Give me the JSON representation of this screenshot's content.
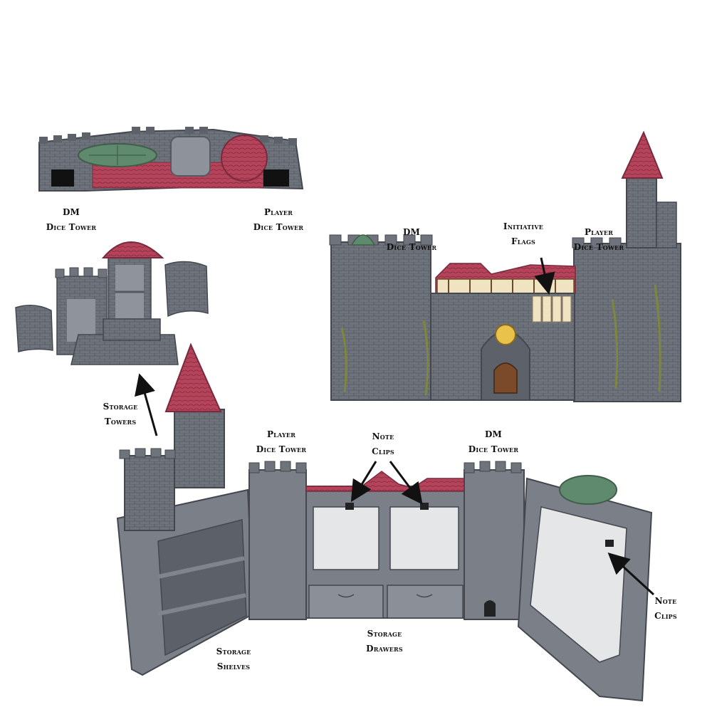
{
  "colors": {
    "stone": "#6e737c",
    "stone_dark": "#4d5058",
    "stone_light": "#9ea3ab",
    "panel_gray": "#7a7f88",
    "roof_red": "#b5435a",
    "roof_red_dark": "#8a2e43",
    "dome_green": "#5f8a6e",
    "note_white": "#e4e6e8",
    "timber_cream": "#efe3c2",
    "ivy": "#7f8a34",
    "door_brown": "#7a4a2a",
    "sun_yellow": "#e8c24a"
  },
  "labels": {
    "top_dm": {
      "line1": "DM",
      "line2": "Dice Tower"
    },
    "top_player": {
      "line1": "Player",
      "line2": "Dice Tower"
    },
    "castle_dm": {
      "line1": "DM",
      "line2": "Dice Tower"
    },
    "castle_initiative": {
      "line1": "Initiative",
      "line2": "Flags"
    },
    "castle_player": {
      "line1": "Player",
      "line2": "Dice Tower"
    },
    "storage_towers": {
      "line1": "Storage",
      "line2": "Towers"
    },
    "screen_player": {
      "line1": "Player",
      "line2": "Dice Tower"
    },
    "screen_note_clips": {
      "line1": "Note",
      "line2": "Clips"
    },
    "screen_dm": {
      "line1": "DM",
      "line2": "Dice Tower"
    },
    "right_note_clips": {
      "line1": "Note",
      "line2": "Clips"
    },
    "storage_shelves": {
      "line1": "Storage",
      "line2": "Shelves"
    },
    "storage_drawers": {
      "line1": "Storage",
      "line2": "Drawers"
    }
  }
}
